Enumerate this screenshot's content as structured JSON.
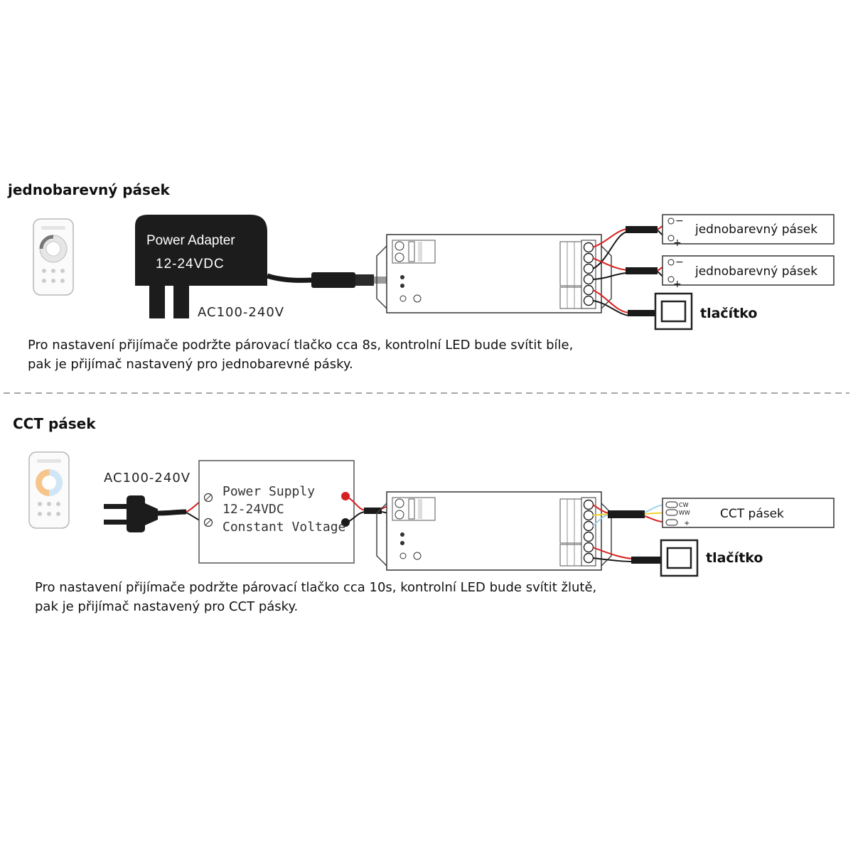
{
  "section1": {
    "heading": "jednobarevný pásek",
    "adapter_line1": "Power Adapter",
    "adapter_line2": "12-24VDC",
    "mains_label": "AC100-240V",
    "strip1_label": "jednobarevný pásek",
    "strip2_label": "jednobarevný pásek",
    "button_label": "tlačítko",
    "desc_line1": "Pro nastavení přijímače podržte párovací tlačko cca 8s, kontrolní LED bude svítit bíle,",
    "desc_line2": "pak je přijímač nastavený pro jednobarevné pásky."
  },
  "section2": {
    "heading": "CCT pásek",
    "mains_label": "AC100-240V",
    "psu_line1": "Power Supply",
    "psu_line2": "12-24VDC",
    "psu_line3": "Constant Voltage",
    "strip_label": "CCT pásek",
    "strip_terminals": [
      "CW",
      "WW",
      "+"
    ],
    "button_label": "tlačítko",
    "desc_line1": "Pro nastavení přijímače podržte párovací tlačko cca 10s, kontrolní LED bude svítit žlutě,",
    "desc_line2": "pak je přijímač nastavený pro CCT pásky."
  },
  "terminal_signs": {
    "minus": "−",
    "plus": "+"
  },
  "colors": {
    "wire_red": "#d82020",
    "wire_black": "#1a1a1a",
    "wire_yellow": "#f2d231",
    "wire_blue": "#9fd3ec",
    "adapter_body": "#1c1c1c",
    "divider": "#8a8a8a"
  }
}
